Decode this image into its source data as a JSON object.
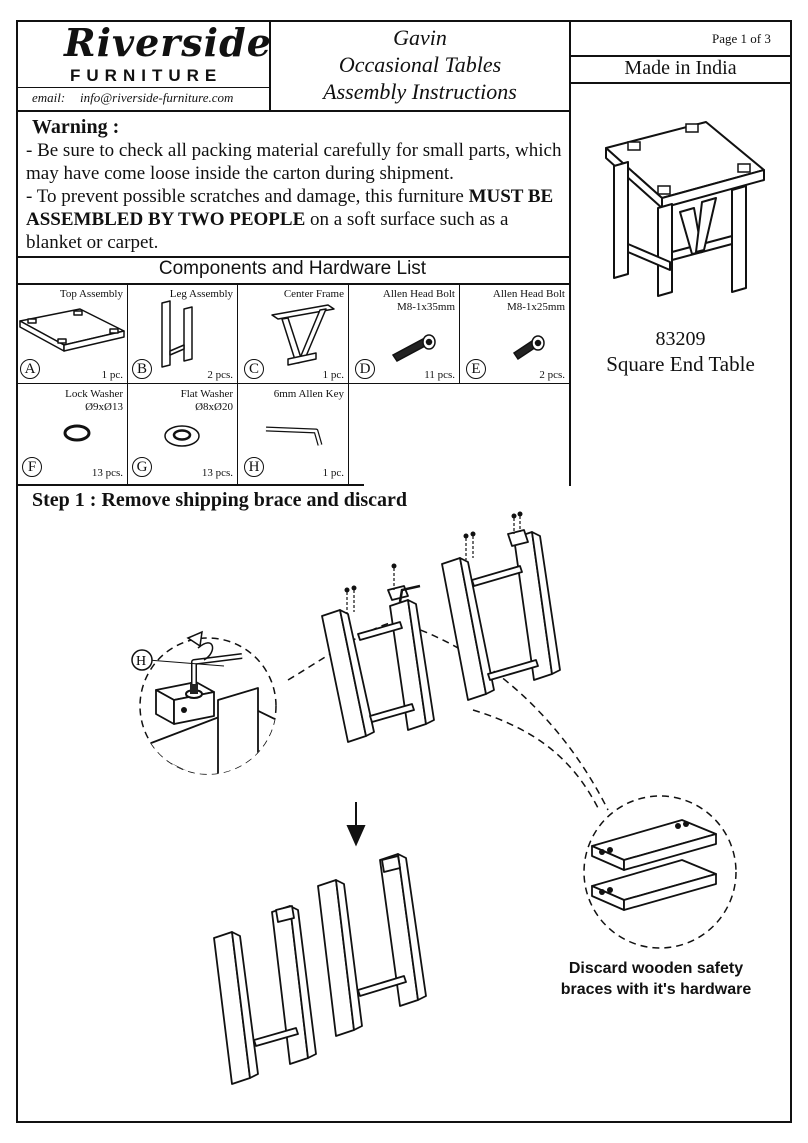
{
  "header": {
    "brand_name": "Riverside",
    "brand_sub": "FURNITURE",
    "email_label": "email:",
    "email": "info@riverside-furniture.com",
    "title_line1": "Gavin",
    "title_line2": "Occasional Tables",
    "title_line3": "Assembly Instructions",
    "page": "Page 1 of 3",
    "origin": "Made in India"
  },
  "product": {
    "code": "83209",
    "name": "Square End Table"
  },
  "warning": {
    "title": "Warning :",
    "line1": "- Be sure to check all packing material carefully for small parts, which may have come loose inside the carton during shipment.",
    "line2_pre": "- To prevent possible scratches and damage, this furniture ",
    "line2_bold": "MUST BE ASSEMBLED BY TWO PEOPLE",
    "line2_post": " on a soft surface such as a blanket or carpet."
  },
  "components": {
    "title": "Components and Hardware List",
    "items": [
      {
        "letter": "A",
        "name": "Top Assembly",
        "spec": "",
        "qty": "1 pc."
      },
      {
        "letter": "B",
        "name": "Leg Assembly",
        "spec": "",
        "qty": "2 pcs."
      },
      {
        "letter": "C",
        "name": "Center Frame",
        "spec": "",
        "qty": "1 pc."
      },
      {
        "letter": "D",
        "name": "Allen Head Bolt",
        "spec": "M8-1x35mm",
        "qty": "11 pcs."
      },
      {
        "letter": "E",
        "name": "Allen Head Bolt",
        "spec": "M8-1x25mm",
        "qty": "2 pcs."
      },
      {
        "letter": "F",
        "name": "Lock Washer",
        "spec": "Ø9xØ13",
        "qty": "13 pcs."
      },
      {
        "letter": "G",
        "name": "Flat Washer",
        "spec": "Ø8xØ20",
        "qty": "13 pcs."
      },
      {
        "letter": "H",
        "name": "6mm Allen Key",
        "spec": "",
        "qty": "1 pc."
      }
    ]
  },
  "step1": {
    "title_bold": "Step 1",
    "title_rest": " : Remove shipping brace and discard",
    "callout_letter": "H",
    "discard_line1": "Discard wooden safety",
    "discard_line2": "braces with it's hardware"
  }
}
